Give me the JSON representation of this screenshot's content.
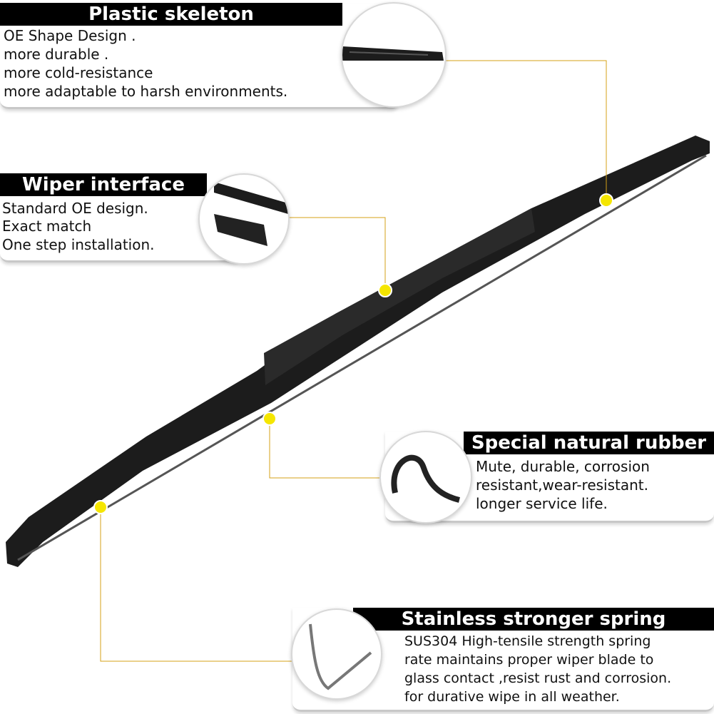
{
  "callouts": [
    {
      "title": "Plastic skeleton",
      "lines": [
        "OE Shape Design .",
        "more durable .",
        "more cold-resistance",
        "more adaptable to harsh environments."
      ]
    },
    {
      "title": "Wiper interface",
      "lines": [
        "Standard OE design.",
        "Exact match",
        "One step installation."
      ]
    },
    {
      "title": "Special natural rubber",
      "lines": [
        "Mute, durable, corrosion",
        "resistant,wear-resistant.",
        "longer service life."
      ]
    },
    {
      "title": "Stainless stronger spring",
      "lines": [
        "SUS304 High-tensile strength spring",
        "rate maintains proper wiper blade to",
        "glass contact ,resist rust and corrosion.",
        "for durative wipe in all weather."
      ]
    }
  ],
  "colors": {
    "header": "#000000",
    "marker": "#f5e600",
    "leader": "#d4a017",
    "blade": "#1a1a1a"
  }
}
